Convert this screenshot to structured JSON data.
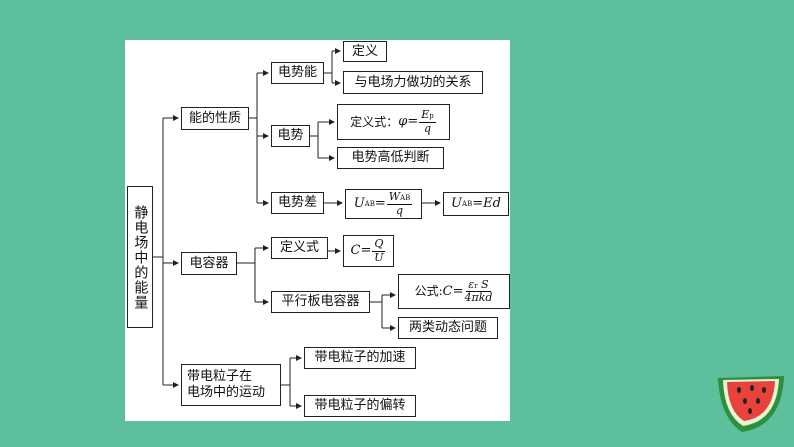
{
  "root": {
    "chars": [
      "静",
      "电",
      "场",
      "中",
      "的",
      "能",
      "量"
    ]
  },
  "level1": {
    "properties": "能的性质",
    "capacitor": "电容器",
    "particle_line1": "带电粒子在",
    "particle_line2": "电场中的运动"
  },
  "level2": {
    "potential_energy": "电势能",
    "potential": "电势",
    "potential_difference": "电势差",
    "definition_formula": "定义式",
    "parallel_plate": "平行板电容器",
    "acceleration": "带电粒子的加速",
    "deflection": "带电粒子的偏转"
  },
  "level3": {
    "definition": "定义",
    "relation_work": "与电场力做功的关系",
    "potential_def_label": "定义式：",
    "phi": "φ",
    "ep_num": "E",
    "ep_sub": "p",
    "q": "q",
    "potential_judge": "电势高低判断",
    "u": "U",
    "ab": "AB",
    "w": "W",
    "ed": "=Ed",
    "c": "C",
    "cap_q": "Q",
    "cap_u": "U",
    "formula_label": "公式:",
    "eps": "ε",
    "eps_sub": "r",
    "s": "S",
    "den": "4πkd",
    "dynamic_problems": "两类动态问题"
  },
  "colors": {
    "background": "#5dbf9c",
    "panel": "#ffffff",
    "line": "#222222"
  }
}
